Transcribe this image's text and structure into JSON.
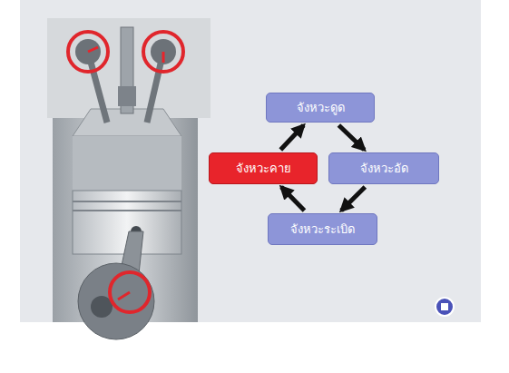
{
  "diagram": {
    "nodes": [
      {
        "text": [
          "จังหวะดูด"
        ]
      },
      {
        "text": [
          "จังหวะคาย"
        ]
      },
      {
        "text": [
          "จังหวะอัด"
        ]
      },
      {
        "text": [
          "จังหวะระเบิด"
        ]
      }
    ],
    "edges": [
      {
        "from": 0,
        "to": 2,
        "arrow": "to"
      },
      {
        "from": 2,
        "to": 3,
        "arrow": "to"
      },
      {
        "from": 3,
        "to": 1,
        "arrow": "to"
      },
      {
        "from": 1,
        "to": 0,
        "arrow": "to"
      }
    ]
  }
}
